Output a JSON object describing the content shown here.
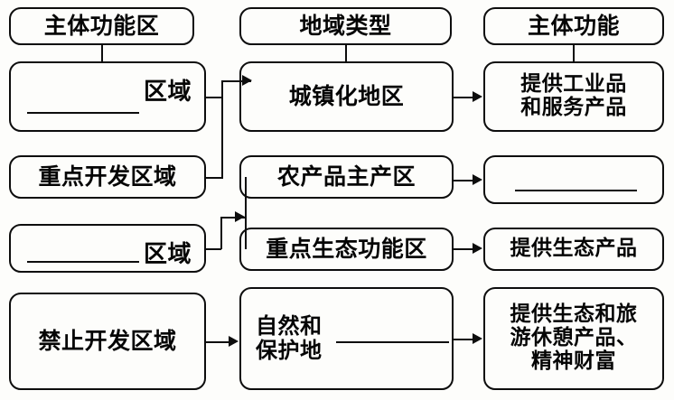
{
  "diagram": {
    "title_row": {
      "col1": "主体功能区",
      "col2": "地域类型",
      "col3": "主体功能"
    },
    "rows": [
      {
        "left": "区域",
        "left_is_blank": true,
        "middle": "城镇化地区",
        "right": "提供工业品\n和服务产品"
      },
      {
        "left": "重点开发区域",
        "left_is_blank": false,
        "middle": "农产品主产区",
        "right": ""
      },
      {
        "left": "区域",
        "left_is_blank": true,
        "middle": "重点生态功能区",
        "right": "提供生态产品"
      },
      {
        "left": "禁止开发区域",
        "left_is_blank": false,
        "middle": "自然和\n保护地",
        "right": "提供生态和旅\n游休憩产品、\n精神财富"
      }
    ]
  },
  "colors": {
    "stroke": "#0d0d0d",
    "background": "#fdfdfb",
    "text": "#050505"
  }
}
